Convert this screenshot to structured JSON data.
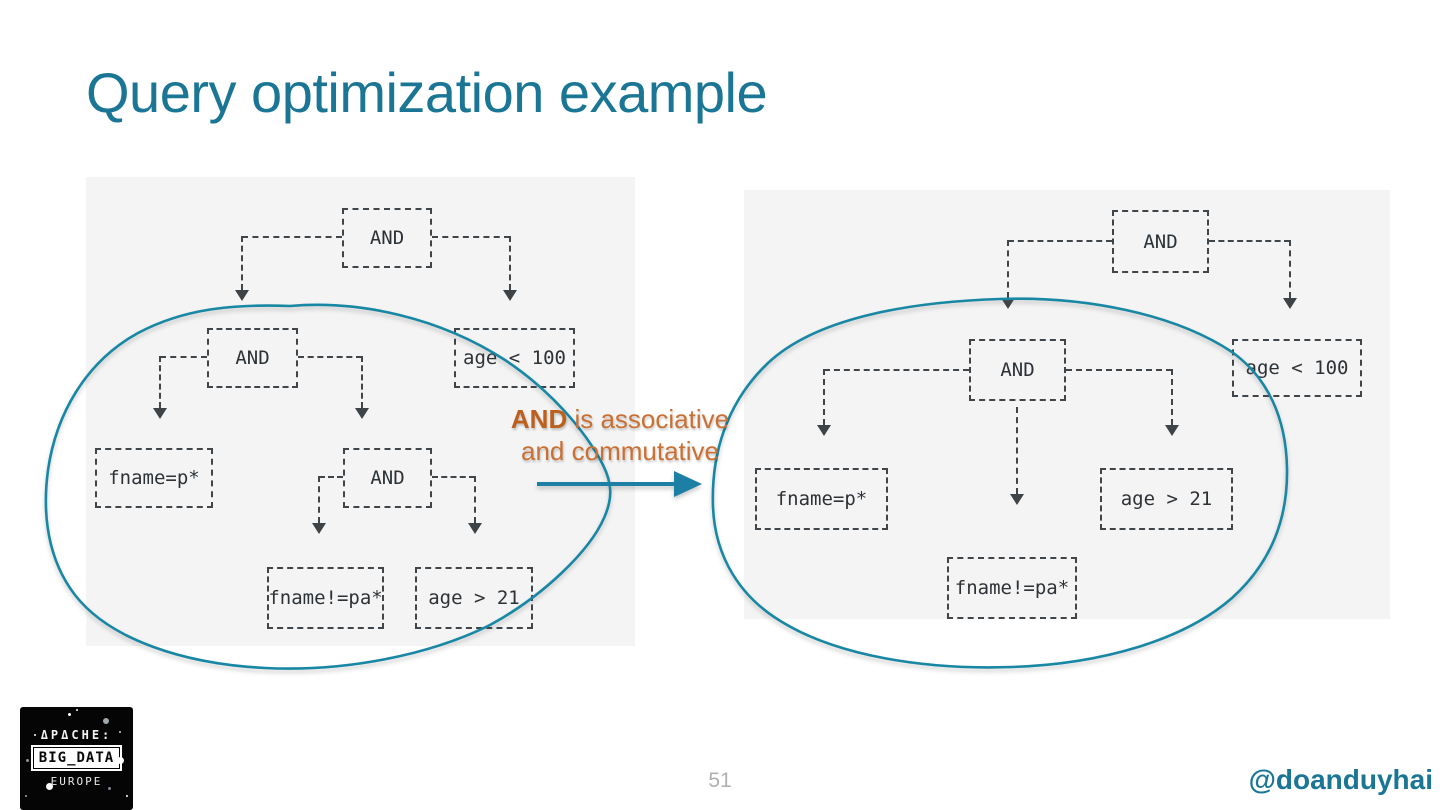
{
  "slide": {
    "title": "Query optimization example",
    "page_number": "51",
    "twitter_handle": "@doanduyhai"
  },
  "annotation": {
    "keyword": "AND",
    "after_keyword": " is associative",
    "line2": "and commutative"
  },
  "left_tree": {
    "nodes": [
      {
        "label": "AND"
      },
      {
        "label": "AND"
      },
      {
        "label": "age < 100"
      },
      {
        "label": "fname=p*"
      },
      {
        "label": "AND"
      },
      {
        "label": "fname!=pa*"
      },
      {
        "label": "age > 21"
      }
    ]
  },
  "right_tree": {
    "nodes": [
      {
        "label": "AND"
      },
      {
        "label": "AND"
      },
      {
        "label": "age < 100"
      },
      {
        "label": "fname=p*"
      },
      {
        "label": "fname!=pa*"
      },
      {
        "label": "age > 21"
      }
    ]
  },
  "logo": {
    "line1": "ΔPΔCHE:",
    "line2": "BIG_DATA",
    "line3": "EUROPE"
  },
  "colors": {
    "title_teal": "#1a7694",
    "highlight_teal": "#1887a4",
    "annotation_orange": "#c97134",
    "diagram_line": "#40454a",
    "panel_background": "#f4f4f5",
    "page_number_gray": "#b1b1b1"
  }
}
